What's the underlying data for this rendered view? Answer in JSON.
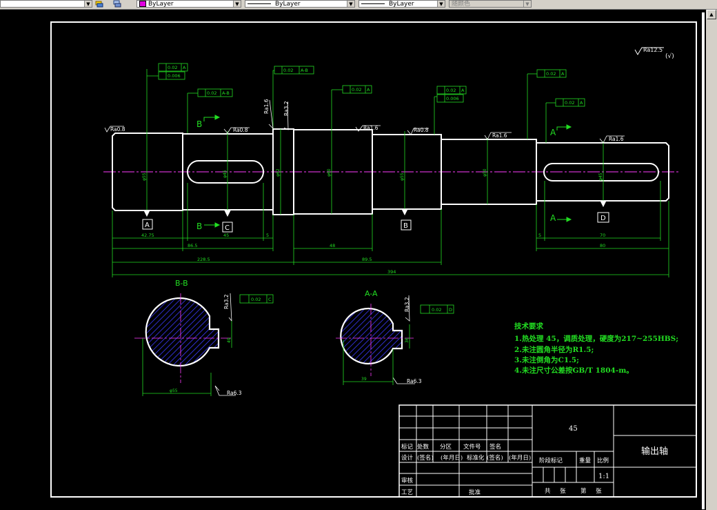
{
  "toolbar": {
    "layer_color": "ByLayer",
    "linetype": "ByLayer",
    "lineweight": "ByLayer",
    "plot_style": "随颜色"
  },
  "drawing": {
    "roughness_top": "Ra12.5",
    "roughness_top_suffix": "(√)",
    "dims": {
      "d1": "42.75",
      "d2": "86.5",
      "d3": "45",
      "d4": "5",
      "d5": "48",
      "d6": "228.5",
      "d7": "89.5",
      "d8": "5",
      "d9": "70",
      "d10": "80",
      "total": "394"
    },
    "rough": {
      "r1": "Ra0.8",
      "r2": "Ra0.8",
      "r3": "Ra1.6",
      "r4": "Ra3.2",
      "r5": "Ra1.6",
      "r6": "Ra0.8",
      "r7": "Ra1.6",
      "r8": "Ra1.6",
      "r9": "Ra3.2",
      "r10": "Ra6.3",
      "r11": "Ra3.2",
      "r12": "Ra6.3"
    },
    "tol": {
      "t1a": "0.02",
      "t1b": "A",
      "t2a": "0.006",
      "t3a": "0.02",
      "t3b": "A-B",
      "t4a": "0.02",
      "t4b": "A-B",
      "t5a": "0.02",
      "t5b": "A",
      "t6a": "0.02",
      "t6b": "A",
      "t7a": "0.006",
      "t8a": "0.02",
      "t8b": "A",
      "t9a": "0.02",
      "t9b": "A",
      "t10a": "0.02",
      "t10b": "C",
      "t11a": "0.02",
      "t11b": "D"
    },
    "labels": {
      "A": "A",
      "B": "B",
      "C": "C",
      "D": "D",
      "secB": "B-B",
      "secA": "A-A",
      "pB1": "B",
      "pB2": "B",
      "pA1": "A",
      "pA2": "A"
    },
    "diams": {
      "g1": "φ55",
      "g2": "φ45",
      "g3": "φ62",
      "g4": "φ60",
      "g5": "φ55",
      "g6": "φ50",
      "g7": "φ45"
    },
    "sec_dims": {
      "sb_w": "φ55",
      "sb_h": "49",
      "sa_w": "39",
      "sa_h": "36"
    },
    "tech": {
      "title": "技术要求",
      "line1": "1.热处理 45，调质处理，硬度为217~255HBS;",
      "line2": "2.未注圆角半径为R1.5;",
      "line3": "3.未注倒角为C1.5;",
      "line4": "4.未注尺寸公差按GB/T 1804-m。"
    }
  },
  "titleblock": {
    "material": "45",
    "part_name": "输出轴",
    "row1": [
      "标记",
      "处数",
      "分区",
      "文件号",
      "签名"
    ],
    "row2": [
      "设计",
      "(签名)",
      "(年月日)",
      "标准化",
      "(签名)",
      "(年月日)"
    ],
    "stage": "阶段标记",
    "weight": "重量",
    "scale_label": "比例",
    "scale": "1:1",
    "review": "审核",
    "process": "工艺",
    "approve": "批准",
    "sheet1": "共",
    "sheet2": "张",
    "sheet3": "第",
    "sheet4": "张"
  }
}
